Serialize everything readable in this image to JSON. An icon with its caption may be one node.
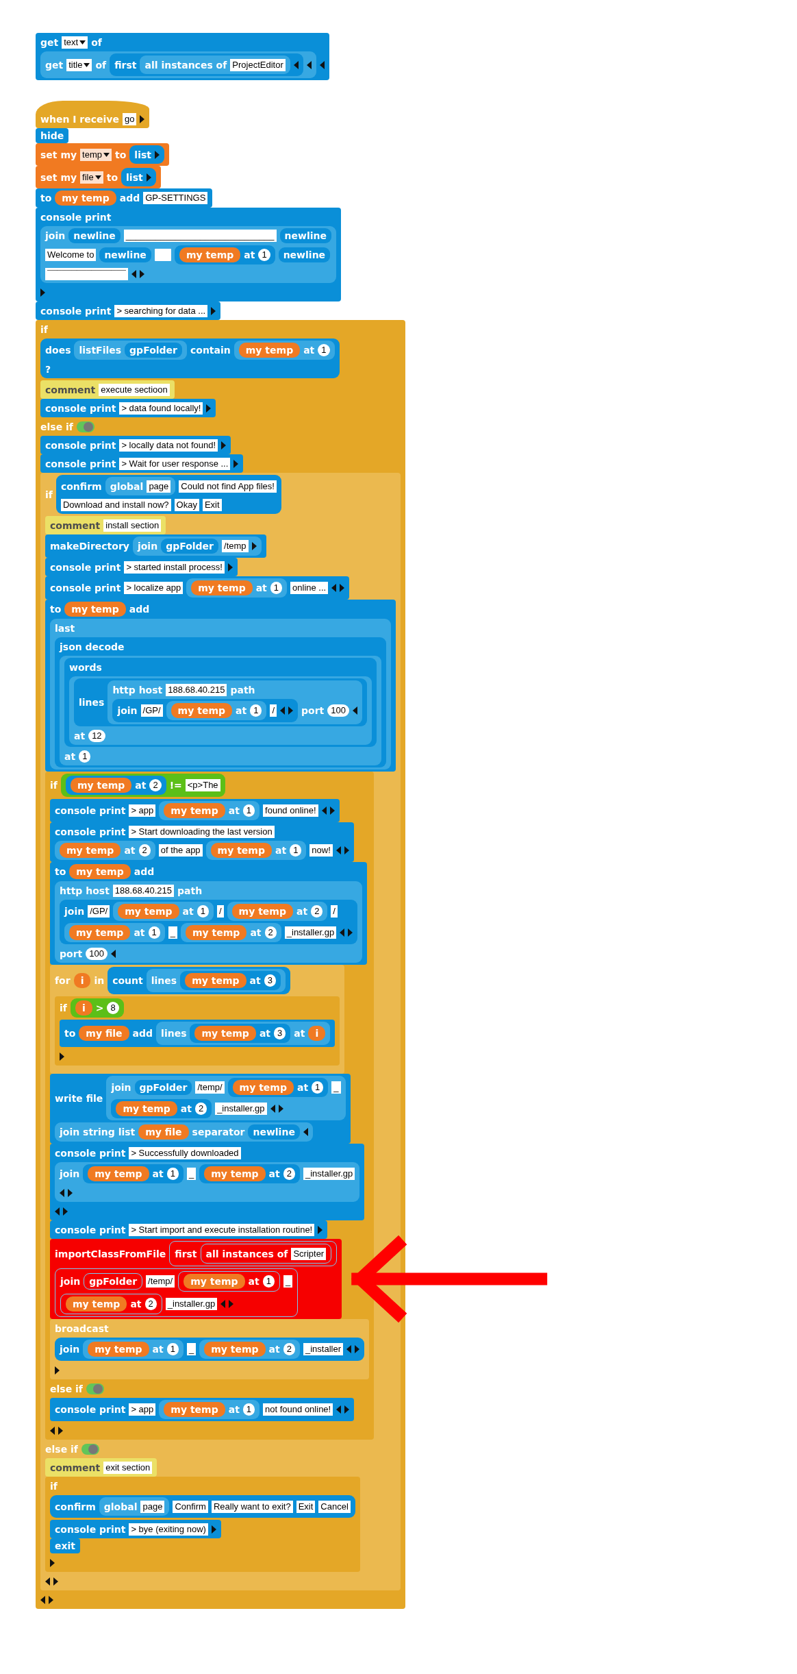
{
  "diagram": {
    "nodes": [
      {
        "text": [
          "get",
          "of"
        ]
      },
      {
        "text": [
          "text"
        ],
        "in": 0
      },
      {
        "text": [
          "get",
          "of"
        ],
        "in": 0
      },
      {
        "text": [
          "title"
        ],
        "in": 2
      },
      {
        "text": [
          "first"
        ],
        "in": 2
      },
      {
        "text": [
          "all instances of"
        ],
        "in": 4
      },
      {
        "text": [
          "ProjectEditor"
        ],
        "in": 5
      },
      {
        "text": [
          "when I receive"
        ]
      },
      {
        "text": [
          "go"
        ],
        "in": 7
      },
      {
        "text": [
          "hide"
        ]
      },
      {
        "text": [
          "set my",
          "to"
        ]
      },
      {
        "text": [
          "temp"
        ],
        "in": 10
      },
      {
        "text": [
          "list"
        ],
        "in": 10
      },
      {
        "text": [
          "set my",
          "to"
        ]
      },
      {
        "text": [
          "file"
        ],
        "in": 13
      },
      {
        "text": [
          "list"
        ],
        "in": 13
      },
      {
        "text": [
          "to",
          "add"
        ]
      },
      {
        "text": [
          "my temp"
        ],
        "in": 16
      },
      {
        "text": [
          "GP-SETTINGS"
        ],
        "in": 16
      },
      {
        "text": [
          "console print"
        ]
      },
      {
        "text": [
          "join"
        ],
        "in": 19
      },
      {
        "text": [
          "newline"
        ],
        "in": 20
      },
      {
        "text": [
          "______________________________"
        ],
        "in": 20
      },
      {
        "text": [
          "newline"
        ],
        "in": 20
      },
      {
        "text": [
          "Welcome to"
        ],
        "in": 20
      },
      {
        "text": [
          "newline"
        ],
        "in": 20
      },
      {
        "text": [],
        "shape": "box",
        "in": 20
      },
      {
        "text": [
          "at"
        ],
        "in": 20
      },
      {
        "text": [
          "my temp"
        ],
        "in": 27
      },
      {
        "text": [
          "1"
        ],
        "in": 27
      },
      {
        "text": [
          "newline"
        ],
        "in": 20
      },
      {
        "text": [
          "¯¯¯¯¯¯¯¯¯¯¯¯¯¯¯¯"
        ],
        "in": 20
      },
      {
        "text": [
          "console print"
        ]
      },
      {
        "text": [
          "> searching for data ..."
        ],
        "in": 32
      },
      {
        "text": [
          "if",
          "else if"
        ]
      },
      {
        "text": [
          "does",
          "contain",
          "?"
        ],
        "in": 34
      },
      {
        "text": [
          "listFiles"
        ],
        "in": 35
      },
      {
        "text": [
          "gpFolder"
        ],
        "in": 36
      },
      {
        "text": [
          "at"
        ],
        "in": 35
      },
      {
        "text": [
          "my temp"
        ],
        "in": 38
      },
      {
        "text": [
          "1"
        ],
        "in": 38
      },
      {
        "text": [
          "comment"
        ],
        "in": 34
      },
      {
        "text": [
          "execute sectioon"
        ],
        "in": 41
      },
      {
        "text": [
          "console print"
        ],
        "in": 34
      },
      {
        "text": [
          "> data found locally!"
        ],
        "in": 43
      },
      {
        "text": [
          "console print"
        ],
        "in": 34
      },
      {
        "text": [
          "> locally data not found!"
        ],
        "in": 45
      },
      {
        "text": [
          "console print"
        ],
        "in": 34
      },
      {
        "text": [
          "> Wait for user response ..."
        ],
        "in": 47
      },
      {
        "text": [
          "if",
          "else if"
        ],
        "in": 34
      },
      {
        "text": [
          "confirm"
        ],
        "in": 49
      },
      {
        "text": [
          "global"
        ],
        "in": 50
      },
      {
        "text": [
          "page"
        ],
        "in": 51
      },
      {
        "text": [
          "Could not find App files!"
        ],
        "in": 50
      },
      {
        "text": [
          "Download and install now?"
        ],
        "in": 50
      },
      {
        "text": [
          "Okay"
        ],
        "in": 50
      },
      {
        "text": [
          "Exit"
        ],
        "in": 50
      },
      {
        "text": [
          "comment"
        ],
        "in": 49
      },
      {
        "text": [
          "install section"
        ],
        "in": 57
      },
      {
        "text": [
          "makeDirectory"
        ],
        "in": 49
      },
      {
        "text": [
          "join"
        ],
        "in": 59
      },
      {
        "text": [
          "gpFolder"
        ],
        "in": 60
      },
      {
        "text": [
          "/temp"
        ],
        "in": 60
      },
      {
        "text": [
          "console print"
        ],
        "in": 49
      },
      {
        "text": [
          "> started install process!"
        ],
        "in": 63
      },
      {
        "text": [
          "console print"
        ],
        "in": 49
      },
      {
        "text": [
          "> localize app"
        ],
        "in": 65
      },
      {
        "text": [
          "at"
        ],
        "in": 65
      },
      {
        "text": [
          "my temp"
        ],
        "in": 67
      },
      {
        "text": [
          "1"
        ],
        "in": 67
      },
      {
        "text": [
          "online ..."
        ],
        "in": 65
      },
      {
        "text": [
          "to",
          "add"
        ],
        "in": 49
      },
      {
        "text": [
          "my temp"
        ],
        "in": 71
      },
      {
        "text": [
          "last"
        ],
        "in": 71
      },
      {
        "text": [
          "json decode"
        ],
        "in": 73
      },
      {
        "text": [
          "at"
        ],
        "in": 74
      },
      {
        "text": [
          "words"
        ],
        "in": 75
      },
      {
        "text": [
          "at"
        ],
        "in": 76
      },
      {
        "text": [
          "lines"
        ],
        "in": 77
      },
      {
        "text": [
          "http host",
          "path",
          "port"
        ],
        "in": 78
      },
      {
        "text": [
          "188.68.40.215"
        ],
        "in": 79
      },
      {
        "text": [
          "join"
        ],
        "in": 79
      },
      {
        "text": [
          "/GP/"
        ],
        "in": 81
      },
      {
        "text": [
          "at"
        ],
        "in": 81
      },
      {
        "text": [
          "my temp"
        ],
        "in": 83
      },
      {
        "text": [
          "1"
        ],
        "in": 83
      },
      {
        "text": [
          "/"
        ],
        "in": 81
      },
      {
        "text": [
          "100"
        ],
        "in": 79
      },
      {
        "text": [
          "12"
        ],
        "in": 77
      },
      {
        "text": [
          "1"
        ],
        "in": 75
      },
      {
        "text": [
          "if",
          "else if"
        ],
        "in": 49
      },
      {
        "text": [
          "!="
        ],
        "in": 90
      },
      {
        "text": [
          "at"
        ],
        "in": 91
      },
      {
        "text": [
          "my temp"
        ],
        "in": 92
      },
      {
        "text": [
          "2"
        ],
        "in": 92
      },
      {
        "text": [
          "<p>The"
        ],
        "in": 91
      },
      {
        "text": [
          "console print"
        ],
        "in": 90
      },
      {
        "text": [
          "> app"
        ],
        "in": 96
      },
      {
        "text": [
          "at"
        ],
        "in": 96
      },
      {
        "text": [
          "my temp"
        ],
        "in": 98
      },
      {
        "text": [
          "1"
        ],
        "in": 98
      },
      {
        "text": [
          "found online!"
        ],
        "in": 96
      },
      {
        "text": [
          "console print"
        ],
        "in": 90
      },
      {
        "text": [
          "> Start downloading the last version"
        ],
        "in": 102
      },
      {
        "text": [
          "at"
        ],
        "in": 102
      },
      {
        "text": [
          "my temp"
        ],
        "in": 104
      },
      {
        "text": [
          "2"
        ],
        "in": 104
      },
      {
        "text": [
          "of the app"
        ],
        "in": 102
      },
      {
        "text": [
          "at"
        ],
        "in": 102
      },
      {
        "text": [
          "my temp"
        ],
        "in": 108
      },
      {
        "text": [
          "1"
        ],
        "in": 108
      },
      {
        "text": [
          "now!"
        ],
        "in": 102
      },
      {
        "text": [
          "to",
          "add"
        ],
        "in": 90
      },
      {
        "text": [
          "my temp"
        ],
        "in": 112
      },
      {
        "text": [
          "http host",
          "path",
          "port"
        ],
        "in": 112
      },
      {
        "text": [
          "188.68.40.215"
        ],
        "in": 114
      },
      {
        "text": [
          "join"
        ],
        "in": 114
      },
      {
        "text": [
          "/GP/"
        ],
        "in": 116
      },
      {
        "text": [
          "at"
        ],
        "in": 116
      },
      {
        "text": [
          "my temp"
        ],
        "in": 118
      },
      {
        "text": [
          "1"
        ],
        "in": 118
      },
      {
        "text": [
          "/"
        ],
        "in": 116
      },
      {
        "text": [
          "at"
        ],
        "in": 116
      },
      {
        "text": [
          "my temp"
        ],
        "in": 122
      },
      {
        "text": [
          "2"
        ],
        "in": 122
      },
      {
        "text": [
          "/"
        ],
        "in": 116
      },
      {
        "text": [
          "at"
        ],
        "in": 116
      },
      {
        "text": [
          "my temp"
        ],
        "in": 126
      },
      {
        "text": [
          "1"
        ],
        "in": 126
      },
      {
        "text": [
          "_"
        ],
        "in": 116
      },
      {
        "text": [
          "at"
        ],
        "in": 116
      },
      {
        "text": [
          "my temp"
        ],
        "in": 130
      },
      {
        "text": [
          "2"
        ],
        "in": 130
      },
      {
        "text": [
          "_installer.gp"
        ],
        "in": 116
      },
      {
        "text": [
          "100"
        ],
        "in": 114
      },
      {
        "text": [
          "for",
          "in"
        ],
        "in": 90
      },
      {
        "text": [
          "i"
        ],
        "in": 135
      },
      {
        "text": [
          "count"
        ],
        "in": 135
      },
      {
        "text": [
          "lines"
        ],
        "in": 137
      },
      {
        "text": [
          "at"
        ],
        "in": 138
      },
      {
        "text": [
          "my temp"
        ],
        "in": 139
      },
      {
        "text": [
          "3"
        ],
        "in": 139
      },
      {
        "text": [
          "if"
        ],
        "in": 135
      },
      {
        "text": [
          ">"
        ],
        "in": 142
      },
      {
        "text": [
          "i"
        ],
        "in": 143
      },
      {
        "text": [
          "8"
        ],
        "in": 143
      },
      {
        "text": [
          "to",
          "add"
        ],
        "in": 142
      },
      {
        "text": [
          "my file"
        ],
        "in": 146
      },
      {
        "text": [
          "lines",
          "at"
        ],
        "in": 146
      },
      {
        "text": [
          "at"
        ],
        "in": 148
      },
      {
        "text": [
          "my temp"
        ],
        "in": 149
      },
      {
        "text": [
          "3"
        ],
        "in": 149
      },
      {
        "text": [
          "i"
        ],
        "in": 148
      },
      {
        "text": [
          "write file"
        ],
        "in": 90
      },
      {
        "text": [
          "join"
        ],
        "in": 153
      },
      {
        "text": [
          "gpFolder"
        ],
        "in": 154
      },
      {
        "text": [
          "/temp/"
        ],
        "in": 154
      },
      {
        "text": [
          "at"
        ],
        "in": 154
      },
      {
        "text": [
          "my temp"
        ],
        "in": 157
      },
      {
        "text": [
          "1"
        ],
        "in": 157
      },
      {
        "text": [
          "_"
        ],
        "in": 154
      },
      {
        "text": [
          "at"
        ],
        "in": 154
      },
      {
        "text": [
          "my temp"
        ],
        "in": 161
      },
      {
        "text": [
          "2"
        ],
        "in": 161
      },
      {
        "text": [
          "_installer.gp"
        ],
        "in": 154
      },
      {
        "text": [
          "join string list",
          "separator"
        ],
        "in": 153
      },
      {
        "text": [
          "my file"
        ],
        "in": 165
      },
      {
        "text": [
          "newline"
        ],
        "in": 165
      },
      {
        "text": [
          "console print"
        ],
        "in": 90
      },
      {
        "text": [
          "> Successfully downloaded"
        ],
        "in": 168
      },
      {
        "text": [
          "join"
        ],
        "in": 168
      },
      {
        "text": [
          "at"
        ],
        "in": 170
      },
      {
        "text": [
          "my temp"
        ],
        "in": 171
      },
      {
        "text": [
          "1"
        ],
        "in": 171
      },
      {
        "text": [
          "_"
        ],
        "in": 170
      },
      {
        "text": [
          "at"
        ],
        "in": 170
      },
      {
        "text": [
          "my temp"
        ],
        "in": 175
      },
      {
        "text": [
          "2"
        ],
        "in": 175
      },
      {
        "text": [
          "_installer.gp"
        ],
        "in": 170
      },
      {
        "text": [
          "console print"
        ],
        "in": 90
      },
      {
        "text": [
          "> Start import and execute installation routine!"
        ],
        "in": 179
      },
      {
        "text": [
          "importClassFromFile"
        ],
        "in": 90
      },
      {
        "text": [
          "first"
        ],
        "in": 181
      },
      {
        "text": [
          "all instances of"
        ],
        "in": 182
      },
      {
        "text": [
          "Scripter"
        ],
        "in": 183
      },
      {
        "text": [
          "join"
        ],
        "in": 181
      },
      {
        "text": [
          "gpFolder"
        ],
        "in": 185
      },
      {
        "text": [
          "/temp/"
        ],
        "in": 185
      },
      {
        "text": [
          "at"
        ],
        "in": 185
      },
      {
        "text": [
          "my temp"
        ],
        "in": 188
      },
      {
        "text": [
          "1"
        ],
        "in": 188
      },
      {
        "text": [
          "_"
        ],
        "in": 185
      },
      {
        "text": [
          "at"
        ],
        "in": 185
      },
      {
        "text": [
          "my temp"
        ],
        "in": 192
      },
      {
        "text": [
          "2"
        ],
        "in": 192
      },
      {
        "text": [
          "_installer.gp"
        ],
        "in": 185
      },
      {
        "text": [
          "broadcast"
        ],
        "in": 90
      },
      {
        "text": [
          "join"
        ],
        "in": 196
      },
      {
        "text": [
          "at"
        ],
        "in": 197
      },
      {
        "text": [
          "my temp"
        ],
        "in": 198
      },
      {
        "text": [
          "1"
        ],
        "in": 198
      },
      {
        "text": [
          "_"
        ],
        "in": 197
      },
      {
        "text": [
          "at"
        ],
        "in": 197
      },
      {
        "text": [
          "my temp"
        ],
        "in": 202
      },
      {
        "text": [
          "2"
        ],
        "in": 202
      },
      {
        "text": [
          "_installer"
        ],
        "in": 197
      },
      {
        "text": [
          "console print"
        ],
        "in": 90
      },
      {
        "text": [
          "> app"
        ],
        "in": 206
      },
      {
        "text": [
          "at"
        ],
        "in": 206
      },
      {
        "text": [
          "my temp"
        ],
        "in": 208
      },
      {
        "text": [
          "1"
        ],
        "in": 208
      },
      {
        "text": [
          "not found online!"
        ],
        "in": 206
      },
      {
        "text": [
          "comment"
        ],
        "in": 49
      },
      {
        "text": [
          "exit section"
        ],
        "in": 212
      },
      {
        "text": [
          "if"
        ],
        "in": 49
      },
      {
        "text": [
          "confirm"
        ],
        "in": 214
      },
      {
        "text": [
          "global"
        ],
        "in": 215
      },
      {
        "text": [
          "page"
        ],
        "in": 216
      },
      {
        "text": [
          "Confirm"
        ],
        "in": 215
      },
      {
        "text": [
          "Really want to exit?"
        ],
        "in": 215
      },
      {
        "text": [
          "Exit"
        ],
        "in": 215
      },
      {
        "text": [
          "Cancel"
        ],
        "in": 215
      },
      {
        "text": [
          "console print"
        ],
        "in": 214
      },
      {
        "text": [
          "> bye (exiting now)"
        ],
        "in": 222
      },
      {
        "text": [
          "exit"
        ],
        "in": 214
      }
    ],
    "edges": [
      {
        "from": null,
        "to": 181,
        "arrow": "to"
      }
    ]
  }
}
